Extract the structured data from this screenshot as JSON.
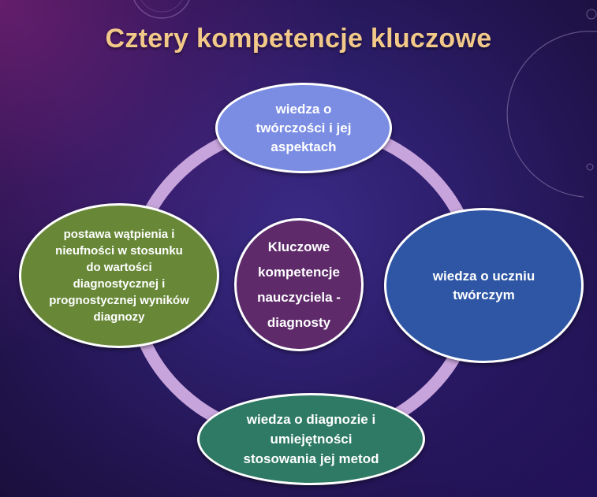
{
  "title": "Cztery kompetencje kluczowe",
  "center": {
    "label": "Kluczowe kompetencje nauczyciela - diagnosty",
    "color": "#5e2a6a"
  },
  "nodes": [
    {
      "id": "top",
      "label": "wiedza o twórczości i jej aspektach",
      "color": "#7b8de3"
    },
    {
      "id": "right",
      "label": "wiedza o uczniu twórczym",
      "color": "#2e56a4"
    },
    {
      "id": "bottom",
      "label": "wiedza o diagnozie i umiejętności stosowania jej metod",
      "color": "#2f7a64"
    },
    {
      "id": "left",
      "label": "postawa wątpienia i nieufności w stosunku do wartości diagnostycznej i prognostycznej wyników diagnozy",
      "color": "#688838"
    }
  ],
  "ring_color": "#c8a4dc",
  "title_color": "#f3c98a"
}
